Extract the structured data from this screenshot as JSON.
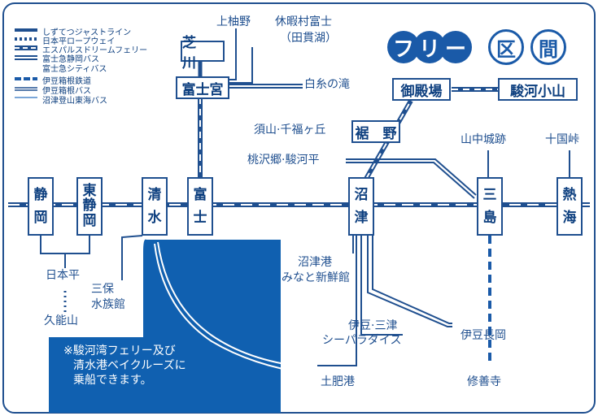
{
  "title": {
    "chars": [
      "フ",
      "リ",
      "ー",
      "区",
      "間"
    ]
  },
  "legend": [
    {
      "label": "しずてつジャストライン"
    },
    {
      "label": "日本平ロープウェイ"
    },
    {
      "label": "エスパルスドリームフェリー"
    },
    {
      "label": "富士急静岡バス"
    },
    {
      "label": "富士急シティバス"
    },
    {
      "label": "伊豆箱根鉄道"
    },
    {
      "label": "伊豆箱根バス"
    },
    {
      "label": "沼津登山東海バス"
    }
  ],
  "stations": {
    "shizuoka": [
      "静",
      "岡"
    ],
    "higashi_shizuoka": [
      "東",
      "静",
      "岡"
    ],
    "shimizu": [
      "清",
      "水"
    ],
    "fuji": [
      "富",
      "士"
    ],
    "numazu": [
      "沼",
      "津"
    ],
    "mishima": [
      "三",
      "島"
    ],
    "atami": [
      "熱",
      "海"
    ],
    "shibakawa": "芝　川",
    "fujinomiya": "富士宮",
    "susono": "裾　野",
    "gotemba": "御殿場",
    "suruga_oyama": "駿河小山"
  },
  "places": {
    "kamiyuno": "上柚野",
    "kyukamura": "休暇村富士",
    "tanukiko": "（田貫湖）",
    "shiraito": "白糸の滝",
    "sudayama": "須山·千福ヶ丘",
    "momozawa": "桃沢郷·駿河平",
    "yamanaka": "山中城跡",
    "jikkoku": "十国峠",
    "nihondaira": "日本平",
    "kunozan": "久能山",
    "miho1": "三保",
    "miho2": "水族館",
    "numazuko1": "沼津港",
    "numazuko2": "みなと新鮮館",
    "izumitsu1": "伊豆·三津",
    "izumitsu2": "シーパラダイス",
    "izunagaoka": "伊豆長岡",
    "toiko": "土肥港",
    "shuzenji": "修善寺"
  },
  "note": {
    "line1": "※駿河湾フェリー及び",
    "line2": "清水港ベイクルーズに",
    "line3": "乗船できます。"
  },
  "colors": {
    "navy": "#0d3f7f",
    "blue": "#1a5aa8",
    "sea": "#1060b0",
    "border": "#1f4f8f"
  }
}
